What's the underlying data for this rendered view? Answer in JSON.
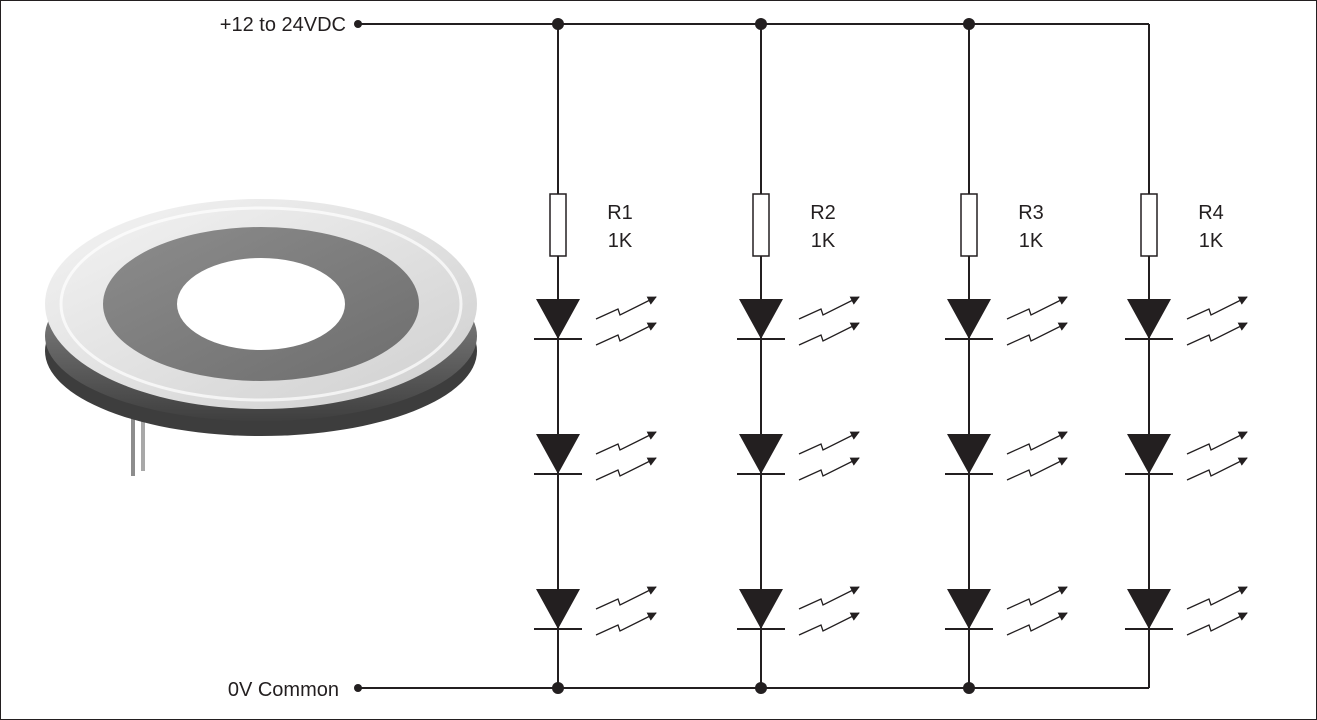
{
  "supply": {
    "positive_label": "+12 to 24VDC",
    "common_label": "0V Common"
  },
  "colors": {
    "ink": "#231f20",
    "resistor_fill": "#ffffff"
  },
  "product_image": {
    "icon": "led-ring-indicator-icon"
  },
  "branches": [
    {
      "resistor": {
        "name": "R1",
        "value": "1K"
      },
      "leds": 3
    },
    {
      "resistor": {
        "name": "R2",
        "value": "1K"
      },
      "leds": 3
    },
    {
      "resistor": {
        "name": "R3",
        "value": "1K"
      },
      "leds": 3
    },
    {
      "resistor": {
        "name": "R4",
        "value": "1K"
      },
      "leds": 3
    }
  ]
}
